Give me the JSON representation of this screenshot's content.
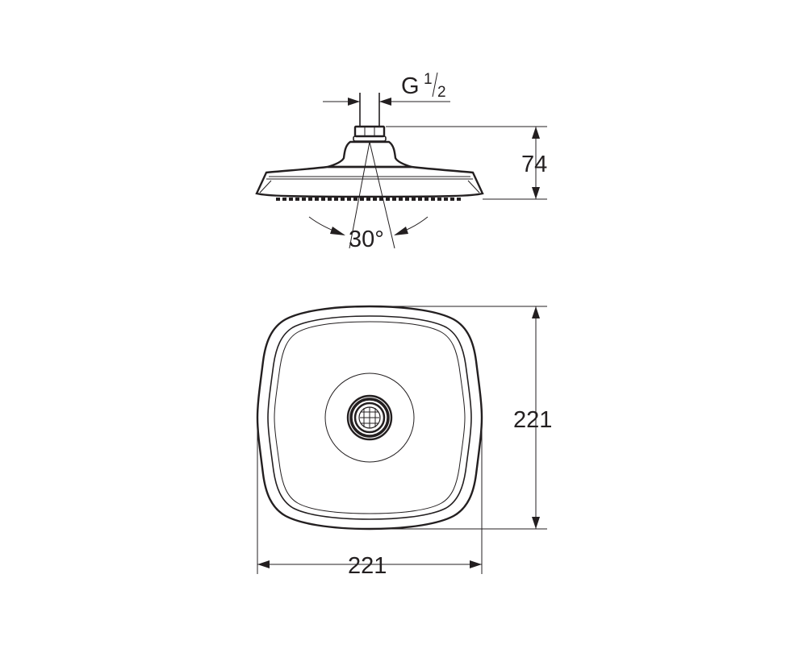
{
  "side_view": {
    "thread_label": {
      "main": "G",
      "num": "1",
      "den": "2"
    },
    "height_label": "74",
    "angle_label": "30°"
  },
  "top_view": {
    "height_label": "221",
    "width_label": "221"
  },
  "colors": {
    "line": "#231f20",
    "background": "#ffffff"
  }
}
